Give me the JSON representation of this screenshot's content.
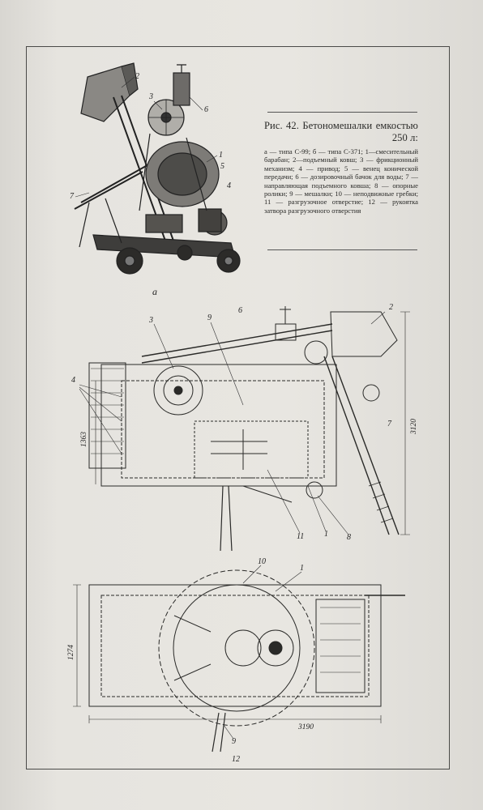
{
  "caption": {
    "title": "Рис. 42. Бетономешалки емкостью 250 л:",
    "legend": "а — типа С-99; б — типа С-371; 1—смесительный барабан; 2—подъемный ковш; 3 — фрикционный механизм; 4 — привод; 5 — венец конической передачи; 6 — дозировочный бачок для воды; 7 — направляющая подъемного ковша; 8 — опорные ролики; 9 — мешалки; 10 — неподвижные гребки; 11 — разгрузочное отверстие; 12 — рукоятка затвора разгрузочного отверстия"
  },
  "figure_a": {
    "sublabel": "а",
    "callouts": [
      "2",
      "3",
      "6",
      "1",
      "5",
      "4",
      "7"
    ]
  },
  "figure_b_side": {
    "callouts": [
      "3",
      "9",
      "6",
      "2",
      "4",
      "7",
      "11",
      "1",
      "8"
    ],
    "dimensions": [
      "1363",
      "3120"
    ]
  },
  "figure_b_plan": {
    "callouts": [
      "10",
      "1",
      "9",
      "12"
    ],
    "dimensions": [
      "1274",
      "3190"
    ]
  }
}
